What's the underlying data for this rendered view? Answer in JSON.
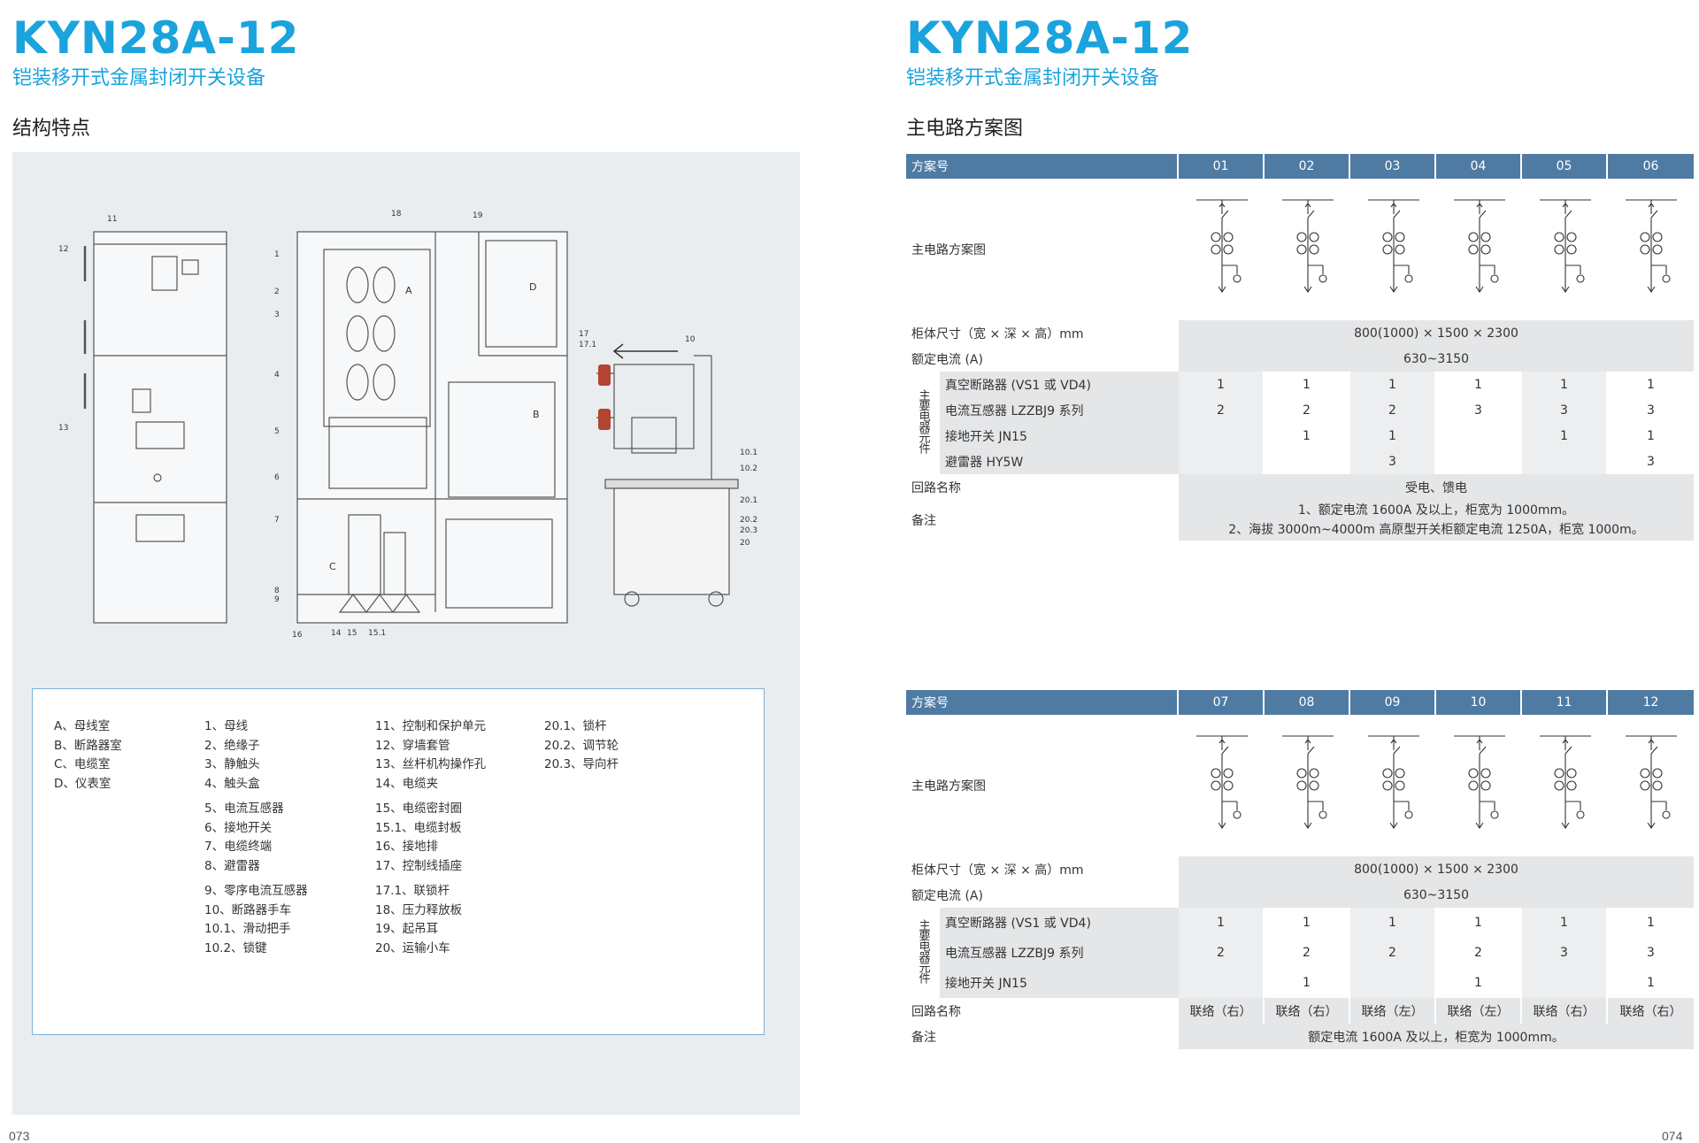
{
  "left": {
    "brand": "KYN28A-12",
    "subtitle": "铠装移开式金属封闭开关设备",
    "section": "结构特点",
    "page": "073",
    "callouts": [
      "11",
      "12",
      "13",
      "18",
      "19",
      "1",
      "2",
      "3",
      "4",
      "5",
      "6",
      "7",
      "8",
      "9",
      "16",
      "14",
      "15",
      "15.1",
      "17",
      "17.1",
      "10",
      "10.1",
      "10.2",
      "20.1",
      "20.2",
      "20.3",
      "20"
    ],
    "compartments": [
      "A",
      "B",
      "C",
      "D"
    ],
    "legend": {
      "col1": [
        "A、母线室",
        "B、断路器室",
        "C、电缆室",
        "D、仪表室"
      ],
      "col2a": [
        "1、母线",
        "2、绝缘子",
        "3、静触头",
        "4、触头盒"
      ],
      "col2b": [
        "5、电流互感器",
        "6、接地开关",
        "7、电缆终端",
        "8、避雷器"
      ],
      "col2c": [
        "9、零序电流互感器",
        "10、断路器手车",
        "10.1、滑动把手",
        "10.2、锁键"
      ],
      "col3a": [
        "11、控制和保护单元",
        "12、穿墙套管",
        "13、丝杆机构操作孔",
        "14、电缆夹"
      ],
      "col3b": [
        "15、电缆密封圈",
        "15.1、电缆封板",
        "16、接地排",
        "17、控制线插座"
      ],
      "col3c": [
        "17.1、联锁杆",
        "18、压力释放板",
        "19、起吊耳",
        "20、运输小车"
      ],
      "col4": [
        "20.1、锁杆",
        "20.2、调节轮",
        "20.3、导向杆"
      ]
    }
  },
  "right": {
    "brand": "KYN28A-12",
    "subtitle": "铠装移开式金属封闭开关设备",
    "section": "主电路方案图",
    "page": "074",
    "table1": {
      "header_label": "方案号",
      "schemes": [
        "01",
        "02",
        "03",
        "04",
        "05",
        "06"
      ],
      "diagram_label": "主电路方案图",
      "size_label": "柜体尺寸（宽 × 深 × 高）mm",
      "size_value": "800(1000) × 1500 × 2300",
      "current_label": "额定电流 (A)",
      "current_value": "630~3150",
      "group_label": "主要电器元件",
      "rows": [
        {
          "label": "真空断路器 (VS1 或 VD4)",
          "values": [
            "1",
            "1",
            "1",
            "1",
            "1",
            "1"
          ]
        },
        {
          "label": "电流互感器 LZZBJ9 系列",
          "values": [
            "2",
            "2",
            "2",
            "3",
            "3",
            "3"
          ]
        },
        {
          "label": "接地开关 JN15",
          "values": [
            "",
            "1",
            "1",
            "",
            "1",
            "1"
          ]
        },
        {
          "label": "避雷器 HY5W",
          "values": [
            "",
            "",
            "3",
            "",
            "",
            "3"
          ]
        }
      ],
      "loop_label": "回路名称",
      "loop_value": "受电、馈电",
      "note_label": "备注",
      "note_lines": [
        "1、额定电流 1600A 及以上，柜宽为 1000mm。",
        "2、海拔 3000m~4000m 高原型开关柜额定电流 1250A，柜宽 1000m。"
      ]
    },
    "table2": {
      "header_label": "方案号",
      "schemes": [
        "07",
        "08",
        "09",
        "10",
        "11",
        "12"
      ],
      "diagram_label": "主电路方案图",
      "size_label": "柜体尺寸（宽 × 深 × 高）mm",
      "size_value": "800(1000) × 1500 × 2300",
      "current_label": "额定电流 (A)",
      "current_value": "630~3150",
      "group_label": "主要电器元件",
      "rows": [
        {
          "label": "真空断路器 (VS1 或 VD4)",
          "values": [
            "1",
            "1",
            "1",
            "1",
            "1",
            "1"
          ]
        },
        {
          "label": "电流互感器 LZZBJ9 系列",
          "values": [
            "2",
            "2",
            "2",
            "2",
            "3",
            "3"
          ]
        },
        {
          "label": "接地开关 JN15",
          "values": [
            "",
            "1",
            "",
            "1",
            "",
            "1"
          ]
        }
      ],
      "loop_label": "回路名称",
      "loop_values": [
        "联络（右）",
        "联络（右）",
        "联络（左）",
        "联络（左）",
        "联络（右）",
        "联络（右）"
      ],
      "note_label": "备注",
      "note_value": "额定电流 1600A 及以上，柜宽为 1000mm。"
    }
  }
}
